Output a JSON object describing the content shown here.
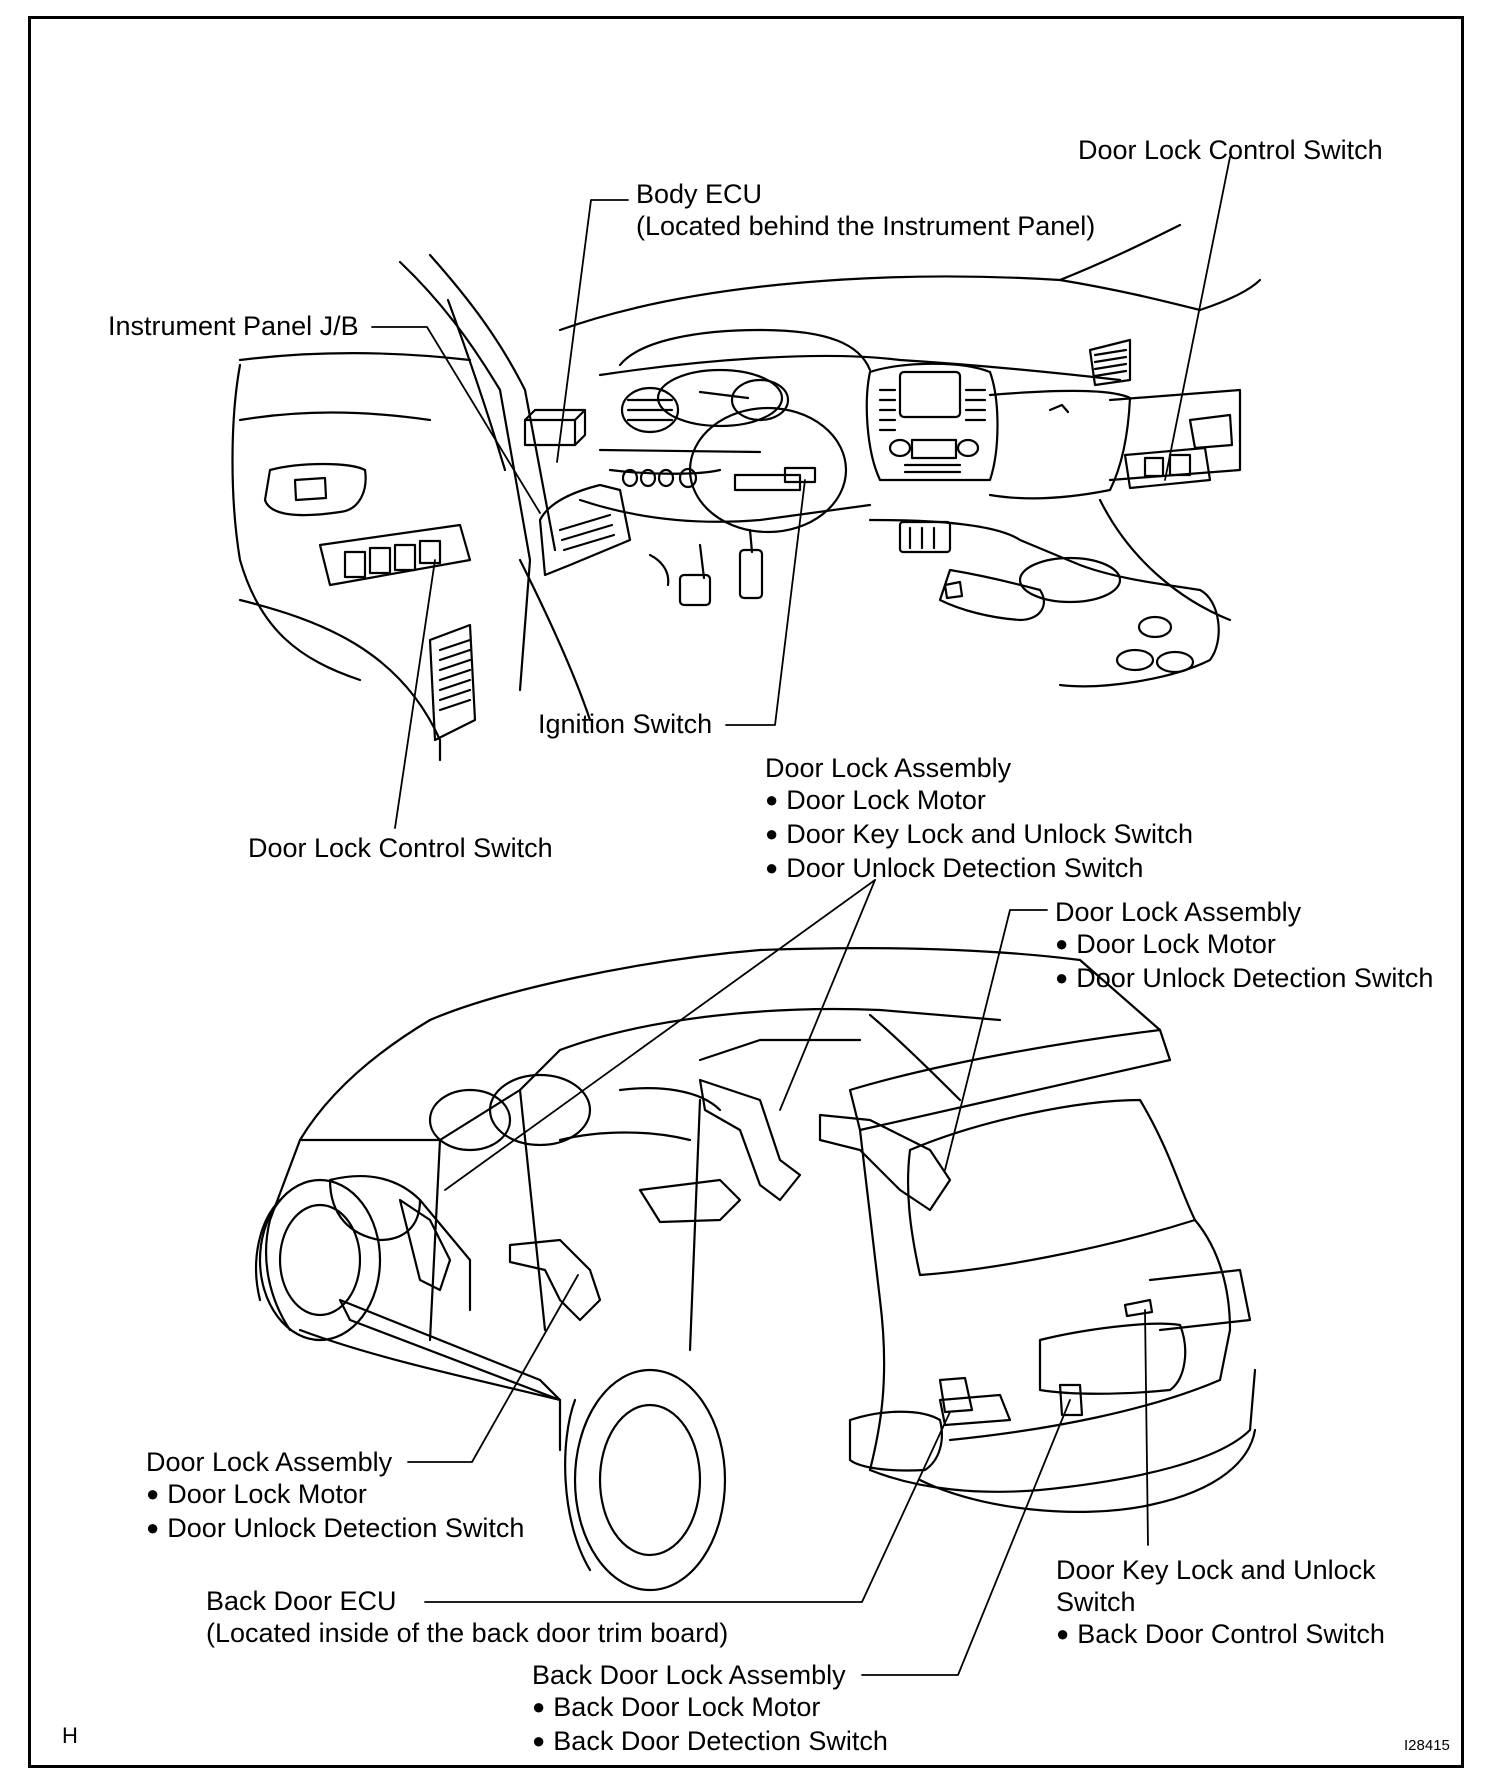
{
  "labels": {
    "body_ecu": {
      "title": "Body ECU",
      "note": "(Located behind the Instrument Panel)"
    },
    "dlcs_right": "Door Lock Control Switch",
    "ip_jb": "Instrument Panel J/B",
    "ignition": "Ignition Switch",
    "dlcs_left": "Door Lock Control Switch",
    "front_lock": {
      "title": "Door Lock Assembly",
      "items": [
        "Door Lock Motor",
        "Door Key Lock and Unlock Switch",
        "Door Unlock Detection Switch"
      ]
    },
    "rear_lock": {
      "title": "Door Lock Assembly",
      "items": [
        "Door Lock Motor",
        "Door Unlock Detection Switch"
      ]
    },
    "rear_left_lock": {
      "title": "Door Lock Assembly",
      "items": [
        "Door Lock Motor",
        "Door Unlock Detection Switch"
      ]
    },
    "back_door_ecu": {
      "title": "Back Door ECU",
      "note": "(Located inside of the back door trim board)"
    },
    "back_door_key": {
      "title": "Door Key Lock and Unlock",
      "title2": "Switch",
      "items": [
        "Back Door Control Switch"
      ]
    },
    "back_door_lock": {
      "title": "Back Door Lock Assembly",
      "items": [
        "Back Door Lock Motor",
        "Back Door Detection Switch"
      ]
    },
    "corner_h": "H",
    "fig_id": "I28415"
  }
}
